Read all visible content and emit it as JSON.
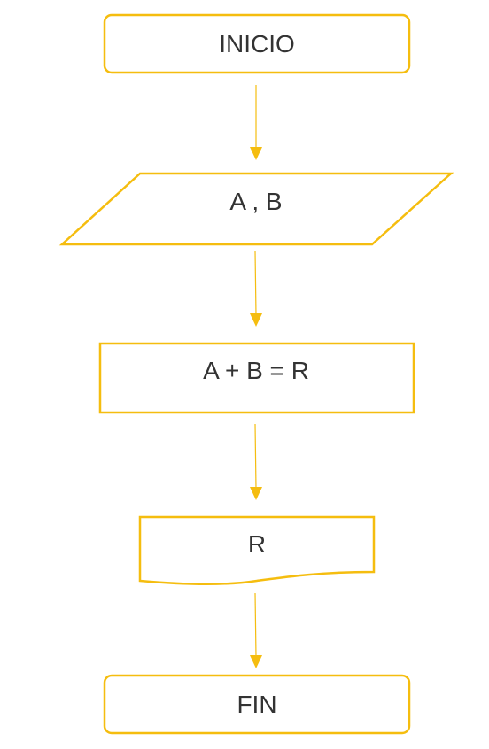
{
  "diagram": {
    "type": "flowchart",
    "colors": {
      "stroke": "#f5bd0f",
      "text": "#333333",
      "background": "#ffffff"
    },
    "nodes": [
      {
        "id": "start",
        "shape": "terminator",
        "label": "INICIO"
      },
      {
        "id": "input",
        "shape": "data",
        "label": "A , B"
      },
      {
        "id": "process",
        "shape": "process",
        "label": "A + B = R"
      },
      {
        "id": "output",
        "shape": "document",
        "label": "R"
      },
      {
        "id": "end",
        "shape": "terminator",
        "label": "FIN"
      }
    ],
    "edges": [
      {
        "from": "start",
        "to": "input"
      },
      {
        "from": "input",
        "to": "process"
      },
      {
        "from": "process",
        "to": "output"
      },
      {
        "from": "output",
        "to": "end"
      }
    ]
  }
}
